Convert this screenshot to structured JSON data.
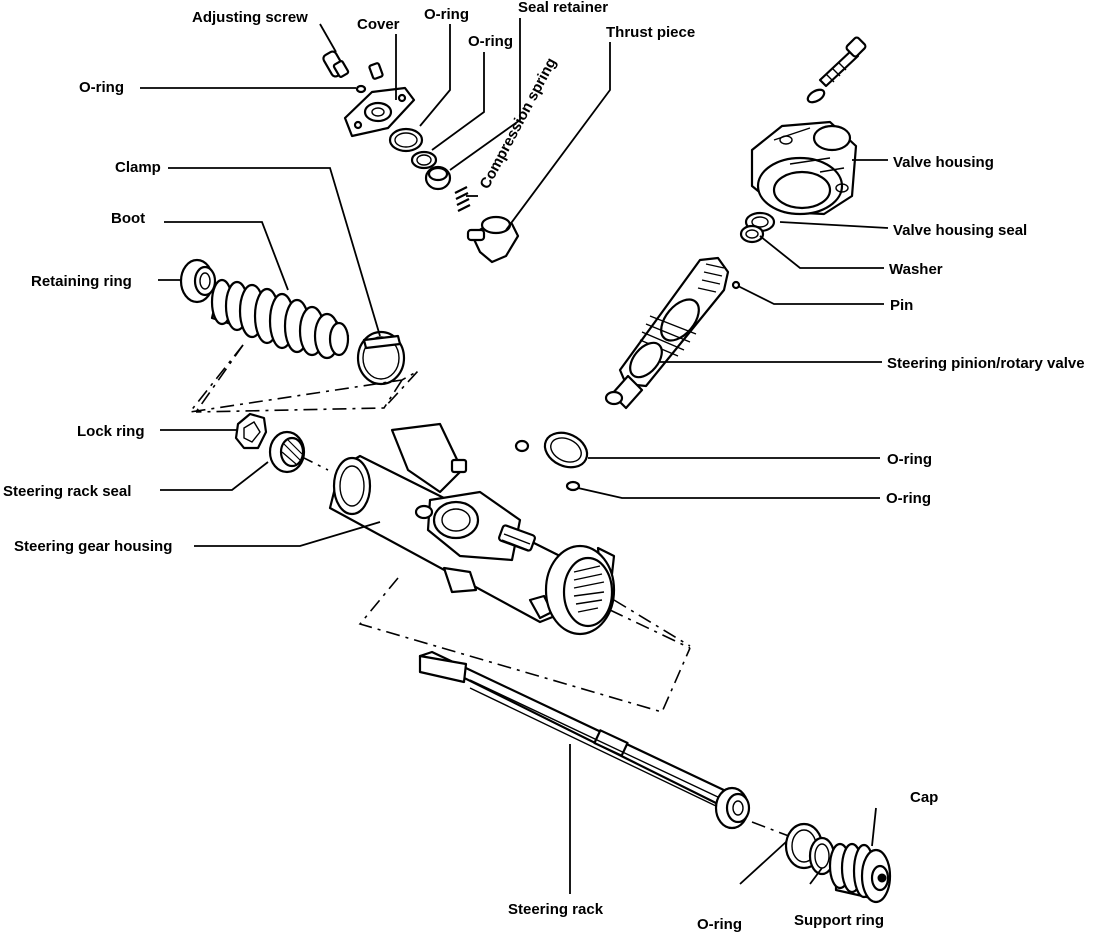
{
  "labels": {
    "adjusting_screw": "Adjusting screw",
    "cover": "Cover",
    "o_ring_top1": "O-ring",
    "seal_retainer": "Seal retainer",
    "o_ring_top2": "O-ring",
    "thrust_piece": "Thrust piece",
    "o_ring_left": "O-ring",
    "compression_spring": "Compression spring",
    "clamp": "Clamp",
    "boot": "Boot",
    "retaining_ring": "Retaining ring",
    "valve_housing": "Valve housing",
    "valve_housing_seal": "Valve housing seal",
    "washer": "Washer",
    "pin": "Pin",
    "steering_pinion": "Steering pinion/rotary valve",
    "lock_ring": "Lock ring",
    "steering_rack_seal": "Steering rack seal",
    "steering_gear_housing": "Steering gear housing",
    "o_ring_right1": "O-ring",
    "o_ring_right2": "O-ring",
    "cap": "Cap",
    "steering_rack": "Steering rack",
    "o_ring_bottom": "O-ring",
    "support_ring": "Support ring"
  }
}
